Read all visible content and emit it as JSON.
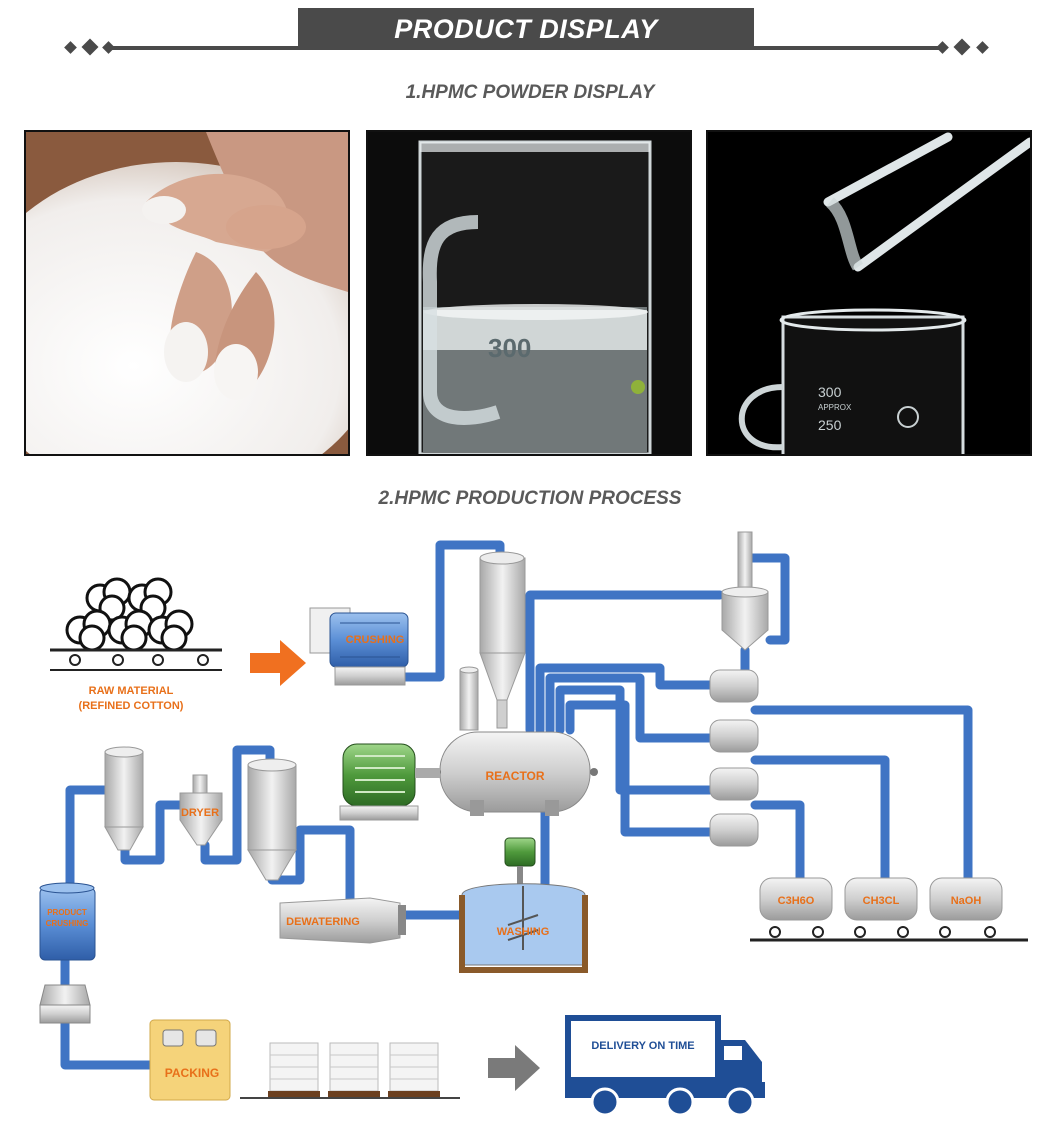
{
  "header": {
    "title": "PRODUCT DISPLAY"
  },
  "sections": {
    "powder_display": "1.HPMC POWDER DISPLAY",
    "production_process": "2.HPMC PRODUCTION PROCESS"
  },
  "photos": [
    {
      "subject": "white powder between fingers"
    },
    {
      "subject": "beaker of water with dissolving powder",
      "marking": "300"
    },
    {
      "subject": "glass rod with gel over beaker",
      "marking_1": "300",
      "marking_2": "APPROX",
      "marking_3": "250"
    }
  ],
  "process": {
    "raw_material_line1": "RAW MATERIAL",
    "raw_material_line2": "(REFINED COTTON)",
    "crushing": "CRUSHING",
    "reactor": "REACTOR",
    "dryer": "DRYER",
    "dewatering": "DEWATERING",
    "washing": "WASHING",
    "product_crushing_line1": "PRODUCT",
    "product_crushing_line2": "CRUSHING",
    "packing": "PACKING",
    "delivery": "DELIVERY ON TIME",
    "tank_1": "C3H6O",
    "tank_2": "CH3CL",
    "tank_3": "NaOH"
  },
  "colors": {
    "header_bg": "#4a4a4a",
    "pipe": "#3f74c4",
    "label_orange": "#e8701a",
    "truck": "#1f4e96",
    "arrow_orange": "#f07020"
  }
}
